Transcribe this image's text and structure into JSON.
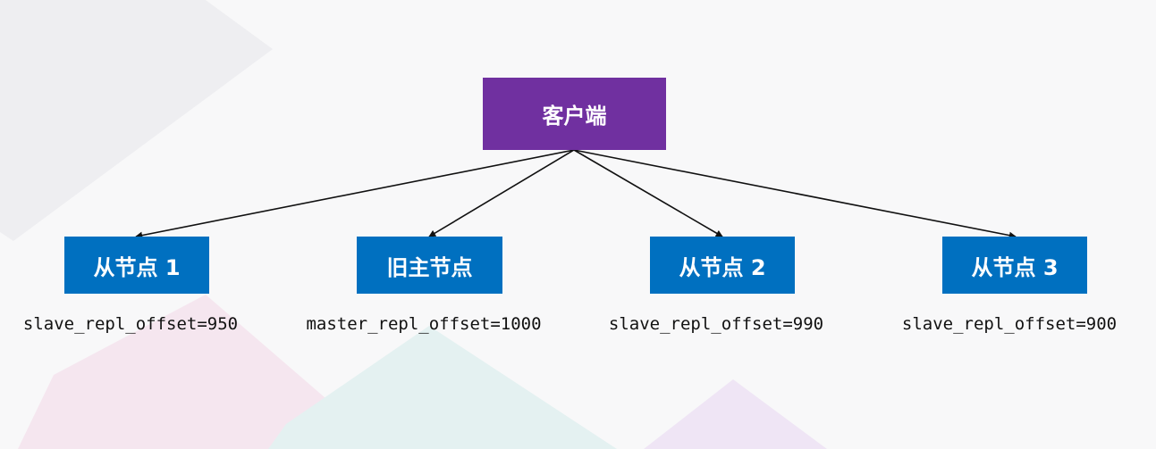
{
  "colors": {
    "client_fill": "#7030a0",
    "server_fill": "#0070c0",
    "node_text": "#ffffff",
    "edge": "#111111",
    "background": "#f8f8f9"
  },
  "client": {
    "label": "客户端"
  },
  "nodes": [
    {
      "id": "slave1",
      "label": "从节点 1",
      "offset_text": "slave_repl_offset=950"
    },
    {
      "id": "old_master",
      "label": "旧主节点",
      "offset_text": "master_repl_offset=1000"
    },
    {
      "id": "slave2",
      "label": "从节点 2",
      "offset_text": "slave_repl_offset=990"
    },
    {
      "id": "slave3",
      "label": "从节点 3",
      "offset_text": "slave_repl_offset=900"
    }
  ],
  "edges": [
    {
      "from": "client",
      "to": "slave1"
    },
    {
      "from": "client",
      "to": "old_master"
    },
    {
      "from": "client",
      "to": "slave2"
    },
    {
      "from": "client",
      "to": "slave3"
    }
  ]
}
